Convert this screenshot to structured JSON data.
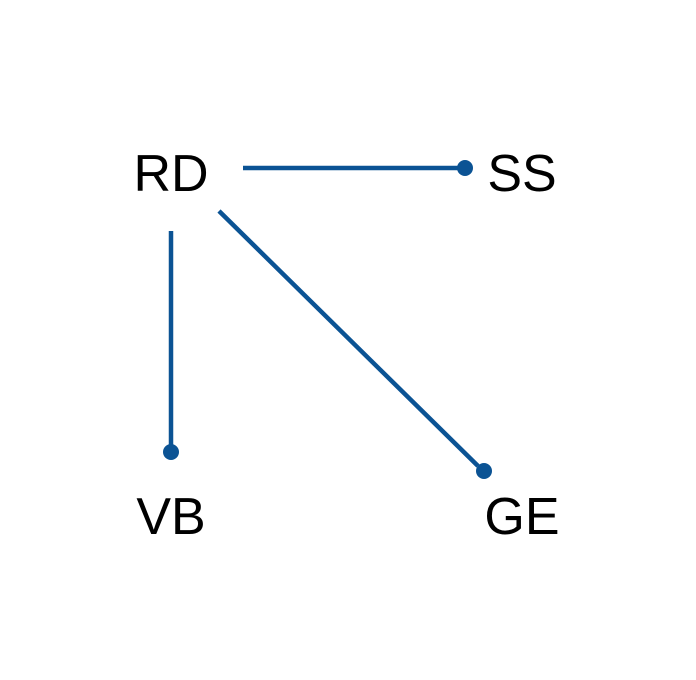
{
  "diagram": {
    "type": "directed-graph",
    "edge_color": "#0b5394",
    "label_color": "#000000",
    "background": "#ffffff",
    "nodes": [
      {
        "id": "RD",
        "label": "RD"
      },
      {
        "id": "SS",
        "label": "SS"
      },
      {
        "id": "VB",
        "label": "VB"
      },
      {
        "id": "GE",
        "label": "GE"
      }
    ],
    "edges": [
      {
        "from": "RD",
        "to": "SS",
        "head": "dot"
      },
      {
        "from": "RD",
        "to": "VB",
        "head": "dot"
      },
      {
        "from": "RD",
        "to": "GE",
        "head": "dot"
      }
    ]
  }
}
